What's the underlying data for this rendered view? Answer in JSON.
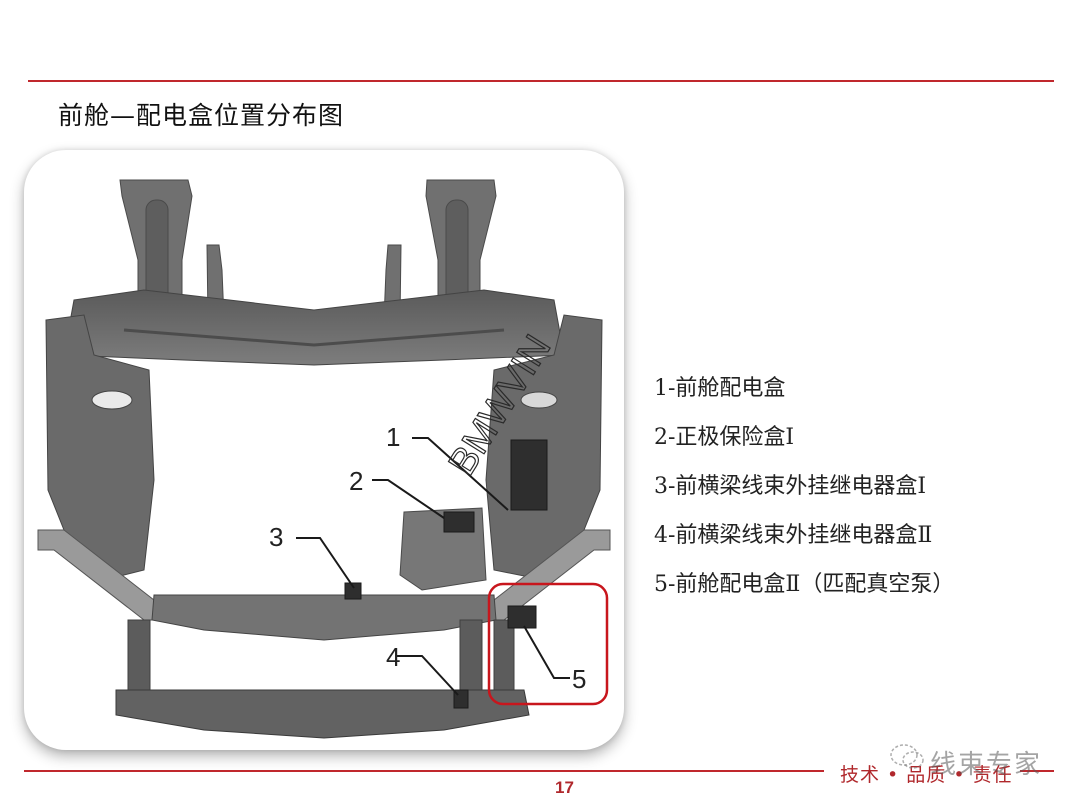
{
  "slide": {
    "title": "前舱—配电盒位置分布图",
    "page_number": "17",
    "footer_slogan": "技术 • 品质 • 责任",
    "watermark_text": "线束专家",
    "colors": {
      "accent_red": "#c0282d",
      "highlight_box": "#c8161d",
      "frame_gray": "#6e6e6e"
    }
  },
  "diagram": {
    "image_watermark": "BMWVIN",
    "callouts": [
      {
        "number": "1"
      },
      {
        "number": "2"
      },
      {
        "number": "3"
      },
      {
        "number": "4"
      },
      {
        "number": "5"
      }
    ]
  },
  "legend": {
    "items": [
      {
        "label": "1-前舱配电盒"
      },
      {
        "label": "2-正极保险盒Ⅰ"
      },
      {
        "label": "3-前横梁线束外挂继电器盒Ⅰ"
      },
      {
        "label": "4-前横梁线束外挂继电器盒Ⅱ"
      },
      {
        "label": "5-前舱配电盒Ⅱ（匹配真空泵）"
      }
    ]
  }
}
